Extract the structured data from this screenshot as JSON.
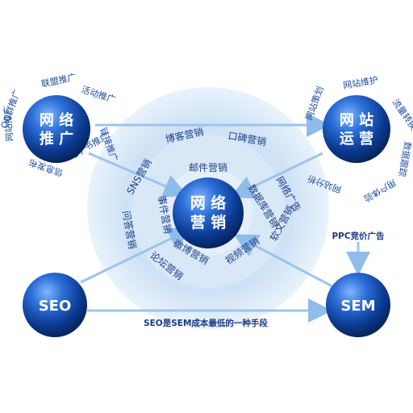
{
  "center": {
    "label_line1": "网 络",
    "label_line2": "营 销"
  },
  "nodes": {
    "promotion": {
      "line1": "网 络",
      "line2": "推 广"
    },
    "operation": {
      "line1": "网 站",
      "line2": "运 营"
    },
    "seo": {
      "label": "SEO"
    },
    "sem": {
      "label": "SEM"
    }
  },
  "ring_labels": {
    "blog": "博客营销",
    "wom": "口碑营销",
    "email": "邮件营销",
    "online_ads": "网络广告",
    "sns": "SNS营销",
    "database": "数据库营销",
    "qa": "问答营销",
    "soft_article": "软文营销",
    "forum": "论坛营销",
    "video": "视频营销",
    "event": "事件营销",
    "weibo": "微博营销"
  },
  "promotion_tags": [
    "QQ群推广",
    "联盟推广",
    "活动推广",
    "链接推广",
    "网站推广",
    "信息发布",
    "电子书推广"
  ],
  "operation_tags": [
    "网站策划",
    "网站维护",
    "流量转换",
    "数据跟踪",
    "用户体验",
    "网站分析"
  ],
  "sem_note": "PPC竞价广告",
  "seo_sem_caption": "SEO是SEM成本最低的一种手段",
  "colors": {
    "node_dark": "#0b3a92",
    "node_light": "#4b8ff0",
    "arrow": "#9cc4ee",
    "text": "#1f4da0",
    "halo_outer": "#eef5fc",
    "halo_inner": "#cfe2f5"
  }
}
